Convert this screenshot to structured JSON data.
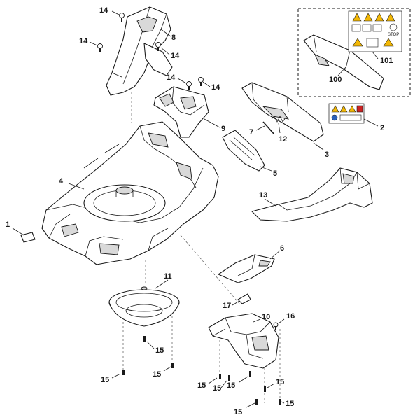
{
  "callouts": {
    "c1": "1",
    "c2": "2",
    "c3": "3",
    "c4": "4",
    "c5": "5",
    "c6": "6",
    "c7": "7",
    "c8": "8",
    "c9": "9",
    "c10": "10",
    "c11": "11",
    "c12": "12",
    "c13": "13",
    "c14a": "14",
    "c14b": "14",
    "c14c": "14",
    "c14d": "14",
    "c14e": "14",
    "c15a": "15",
    "c15b": "15",
    "c15c": "15",
    "c15d": "15",
    "c15e": "15",
    "c15f": "15",
    "c15g": "15",
    "c15h": "15",
    "c15i": "15",
    "c16": "16",
    "c17": "17",
    "c100": "100",
    "c101": "101"
  },
  "sticker_text": {
    "stop": "STOP"
  }
}
